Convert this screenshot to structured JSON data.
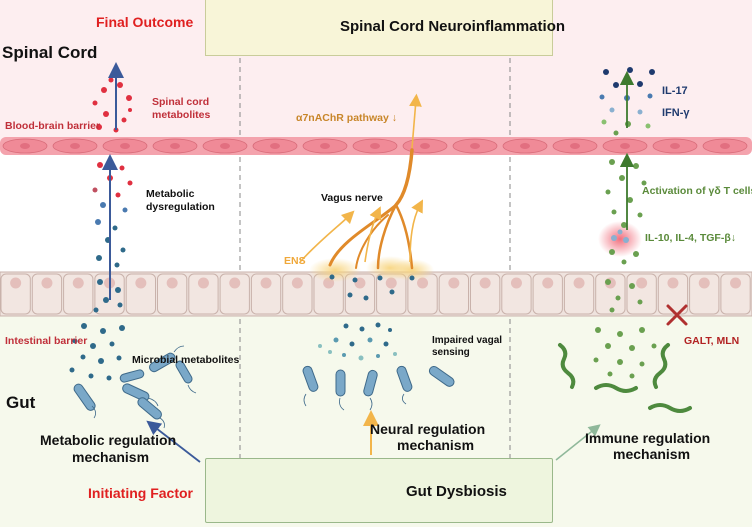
{
  "labels": {
    "final_outcome": "Final Outcome",
    "spinal_cord": "Spinal Cord",
    "gut": "Gut",
    "initiating_factor": "Initiating Factor",
    "bbb": "Blood-brain barrier",
    "intestinal_barrier": "Intestinal barrier"
  },
  "top_box": {
    "title": "Spinal Cord Neuroinflammation"
  },
  "bottom_box": {
    "title": "Gut Dysbiosis"
  },
  "metabolic": {
    "spinal_metabolites_1": "Spinal cord",
    "spinal_metabolites_2": "metabolites",
    "dysregulation_1": "Metabolic",
    "dysregulation_2": "dysregulation",
    "microbial": "Microbial metabolites",
    "mechanism_1": "Metabolic regulation",
    "mechanism_2": "mechanism"
  },
  "neural": {
    "pathway": "α7nAChR pathway ↓",
    "vagus": "Vagus nerve",
    "ens": "ENS",
    "impaired_1": "Impaired vagal",
    "impaired_2": "sensing",
    "mechanism_1": "Neural regulation",
    "mechanism_2": "mechanism"
  },
  "immune": {
    "il17": "IL-17",
    "ifng": "IFN-γ",
    "gd_tcells": "Activation of γδ T cells",
    "cytokines": "IL-10, IL-4, TGF-β↓",
    "galt": "GALT, MLN",
    "mechanism_1": "Immune regulation",
    "mechanism_2": "mechanism"
  },
  "colors": {
    "red_label": "#e02020",
    "dark_red": "#b22222",
    "orange": "#d98a2b",
    "green": "#5a8a3a",
    "navy": "#1f3a6e"
  }
}
